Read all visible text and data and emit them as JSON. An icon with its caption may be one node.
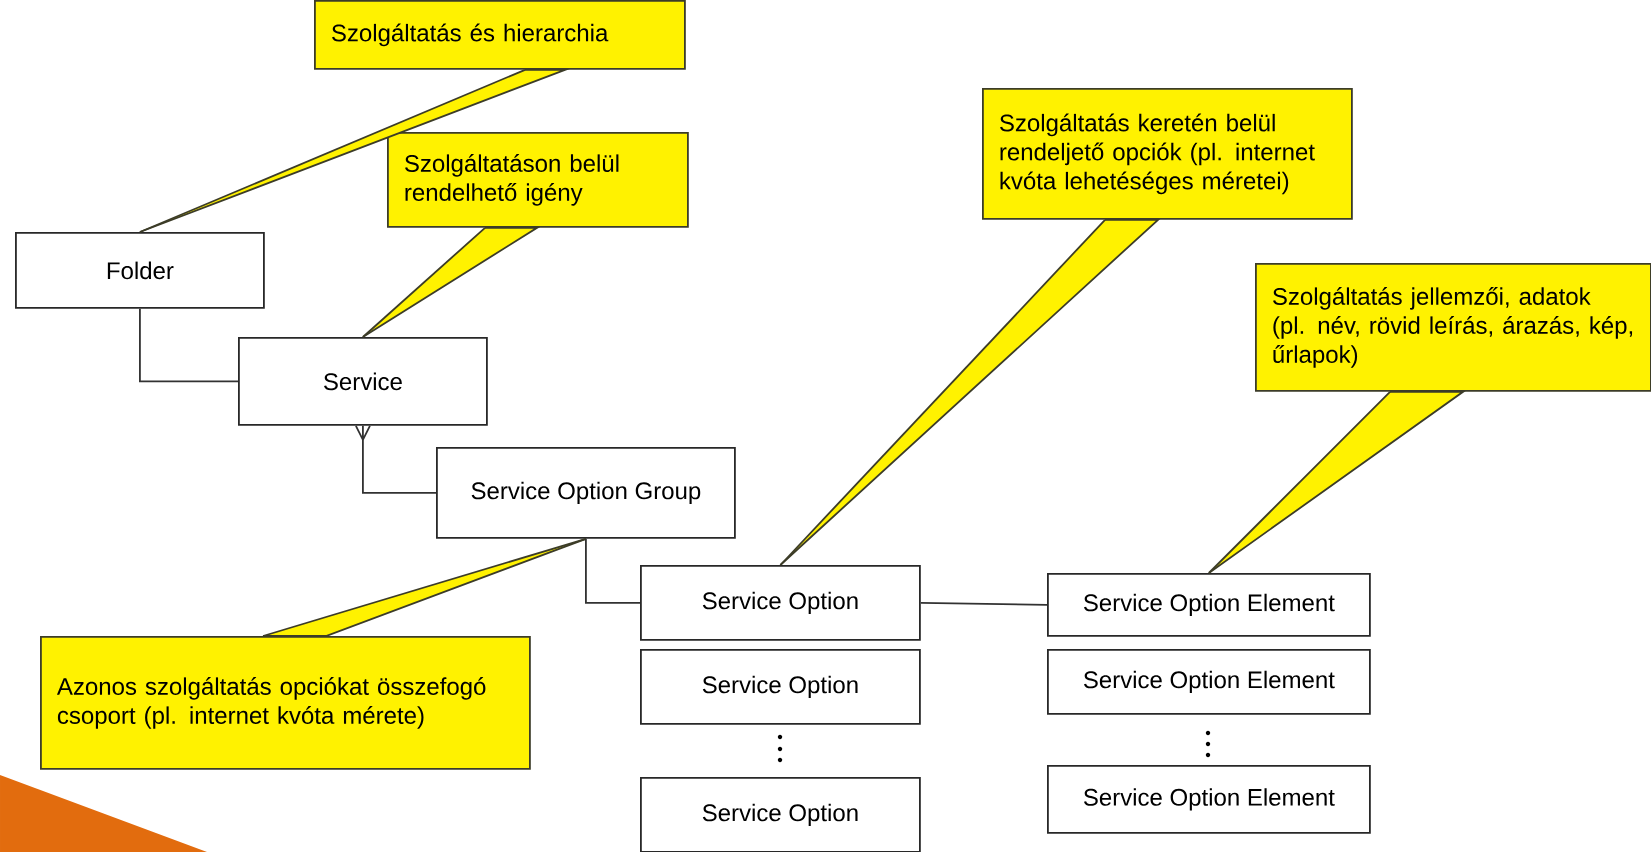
{
  "diagram": {
    "nodes": [
      {
        "text": [
          "Szolgáltatás és hierarchia"
        ]
      },
      {
        "text": [
          "Szolgáltatáson belül rendelhető igény"
        ]
      },
      {
        "text": [
          "Szolgáltatás keretén belül rendeljető opciók (pl. internet kvóta lehetéséges méretei)"
        ]
      },
      {
        "text": [
          "Szolgáltatás jellemzői, adatok (pl. név, rövid leírás, árazás, kép, űrlapok)"
        ]
      },
      {
        "text": [
          "Folder"
        ]
      },
      {
        "text": [
          "Service"
        ]
      },
      {
        "text": [
          "Service Option Group"
        ]
      },
      {
        "text": [
          "Service Option"
        ]
      },
      {
        "text": [
          "Service Option Element"
        ]
      },
      {
        "text": [
          "Service Option"
        ]
      },
      {
        "text": [
          "Service Option Element"
        ]
      },
      {
        "text": [
          "Azonos szolgáltatás opciókat összefogó csoport (pl. internet kvóta mérete)"
        ]
      },
      {
        "text": [
          "Service Option"
        ]
      },
      {
        "text": [
          "Service Option Element"
        ]
      }
    ],
    "edges": [
      {
        "from": 0,
        "to": 4,
        "arrow": "none"
      },
      {
        "from": 1,
        "to": 5,
        "arrow": "none"
      },
      {
        "from": 2,
        "to": 7,
        "arrow": "none"
      },
      {
        "from": 3,
        "to": 8,
        "arrow": "none"
      },
      {
        "from": 11,
        "to": 6,
        "arrow": "none"
      },
      {
        "from": 4,
        "to": 5,
        "arrow": "none"
      },
      {
        "from": 5,
        "to": 6,
        "arrow": "other"
      },
      {
        "from": 6,
        "to": 7,
        "arrow": "none"
      },
      {
        "from": 7,
        "to": 8,
        "arrow": "none"
      }
    ]
  }
}
